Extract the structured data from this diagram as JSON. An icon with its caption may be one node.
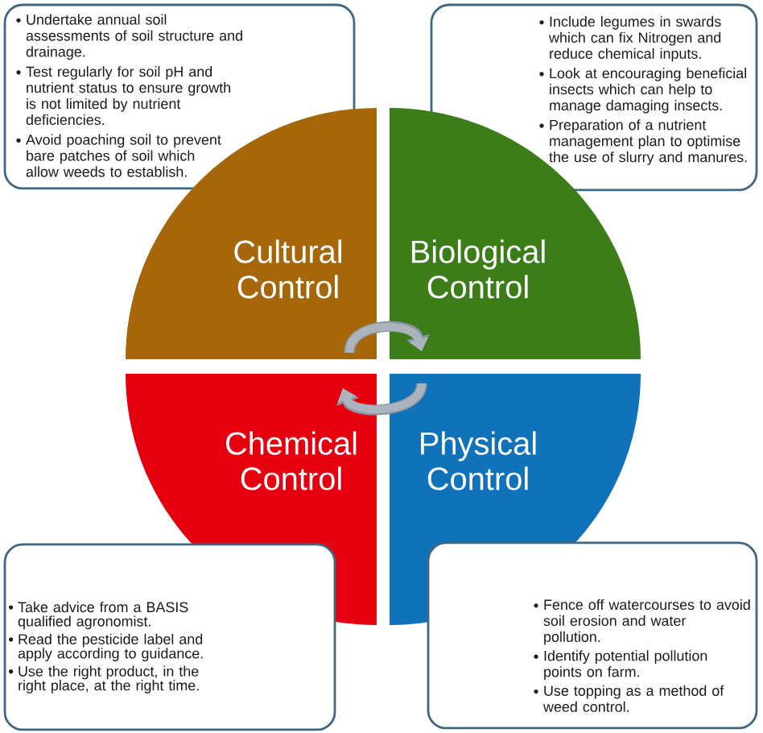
{
  "diagram": {
    "nodes": [
      {
        "text": [
          "Undertake annual soil assessments of soil structure and drainage.",
          "Test regularly for soil pH and nutrient status to ensure growth is not limited by nutrient deficiencies.",
          "Avoid poaching soil to prevent bare patches of soil which allow weeds to establish."
        ]
      },
      {
        "text": [
          "Include legumes in swards which can fix Nitrogen and reduce chemical inputs.",
          "Look at encouraging beneficial insects which can help to manage damaging insects.",
          "Preparation of a nutrient management plan to optimise the use of slurry and manures."
        ]
      },
      {
        "text": [
          "Cultural Control"
        ]
      },
      {
        "text": [
          "Biological Control"
        ]
      },
      {
        "text": [
          "Chemical Control"
        ]
      },
      {
        "text": [
          "Physical Control"
        ]
      },
      {
        "text": [
          "Take advice from a BASIS qualified agronomist.",
          "Read the pesticide label and apply according to guidance.",
          "Use the right product, in the right place, at the right time."
        ]
      },
      {
        "text": [
          "Fence off watercourses to avoid soil erosion and water pollution.",
          "Identify potential pollution points on farm.",
          "Use topping as a method of weed control."
        ]
      }
    ],
    "edges": [
      {
        "from": 2,
        "to": 3,
        "arrow": "to"
      },
      {
        "from": 5,
        "to": 4,
        "arrow": "to"
      }
    ]
  }
}
